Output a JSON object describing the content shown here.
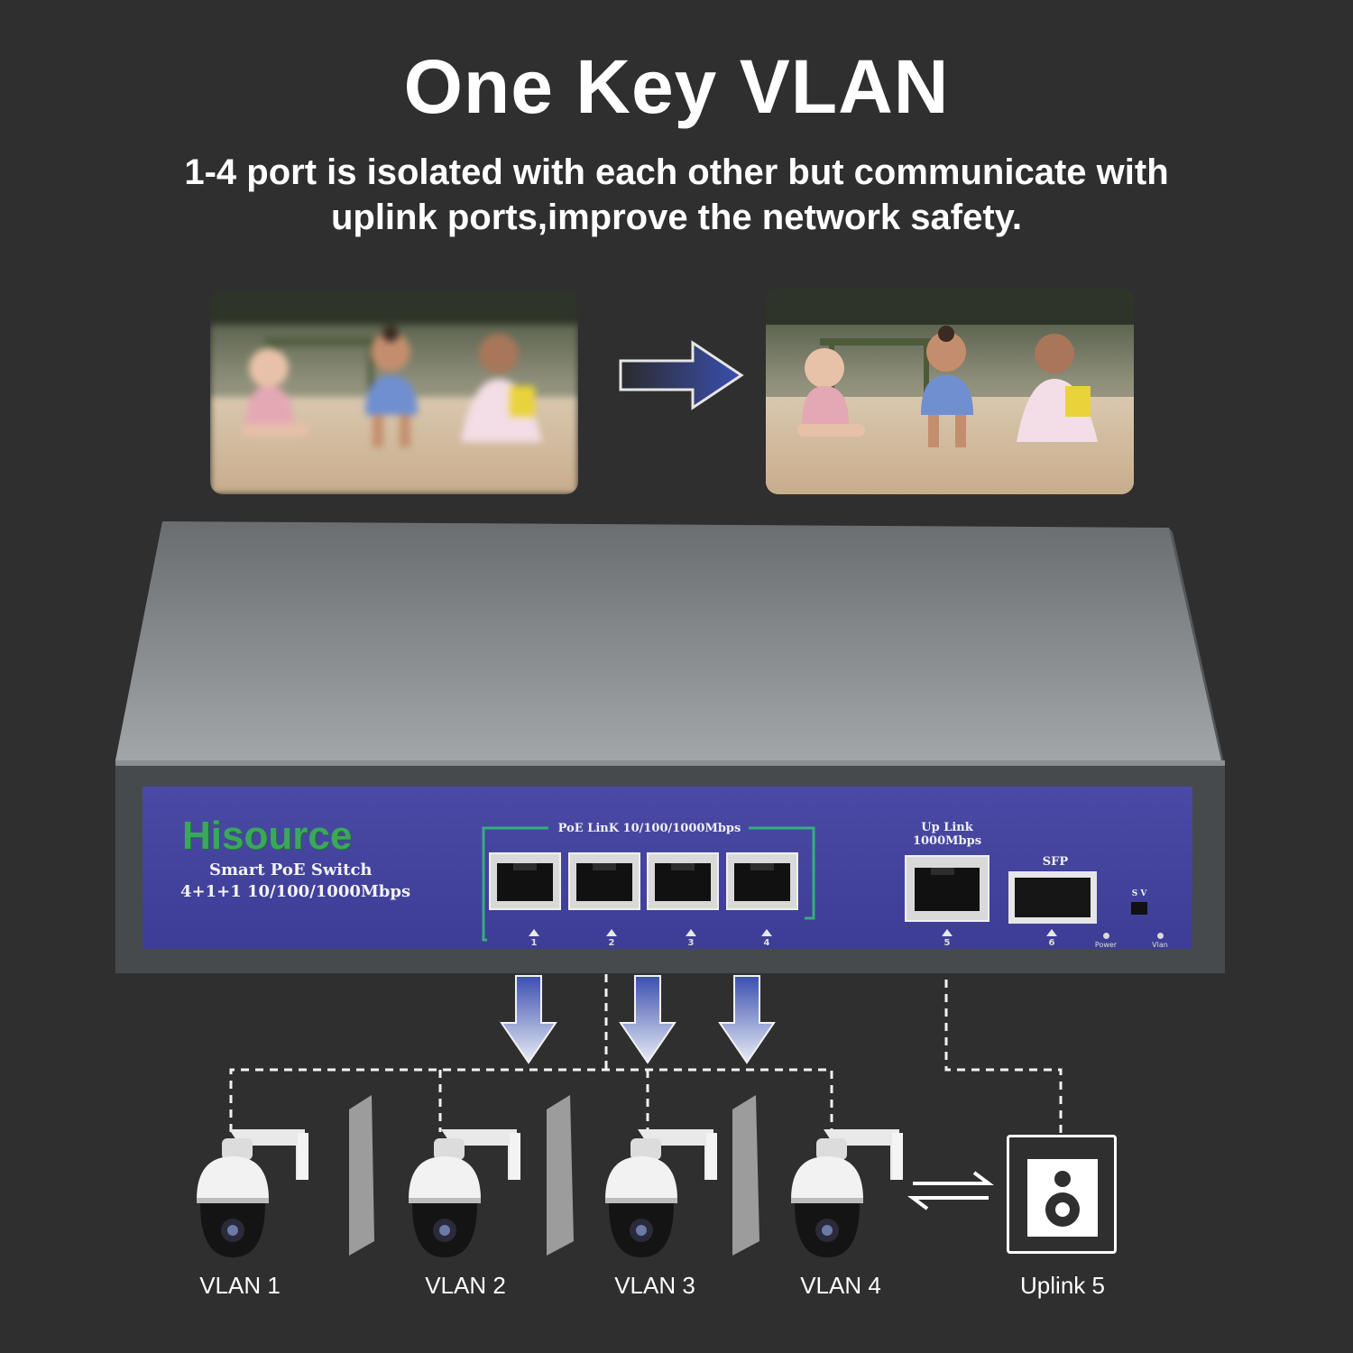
{
  "header": {
    "title": "One Key VLAN",
    "subtitle_line1": "1-4 port is isolated with each other but communicate with",
    "subtitle_line2": "uplink ports,improve the network safety."
  },
  "switch": {
    "brand": "Hisource",
    "model_line1": "Smart PoE Switch",
    "model_line2": "4+1+1 10/100/1000Mbps",
    "poe_group_label": "PoE LinK  10/100/1000Mbps",
    "uplink_label_line1": "Up Link",
    "uplink_label_line2": "1000Mbps",
    "sfp_label": "SFP",
    "dip_label": "S  V",
    "ports": [
      "1",
      "2",
      "3",
      "4",
      "5",
      "6"
    ],
    "leds": [
      "Power",
      "Vlan"
    ]
  },
  "devices": {
    "labels": [
      "VLAN 1",
      "VLAN 2",
      "VLAN 3",
      "VLAN 4",
      "Uplink 5"
    ]
  },
  "colors": {
    "background": "#2f2f2f",
    "panel": "#4040a0",
    "brand": "#3aa85a",
    "arrow": "#3b4fb0"
  },
  "icons": {
    "transfer": "two-way-arrow-icon",
    "speaker": "speaker-icon",
    "camera": "ptz-camera-icon"
  }
}
